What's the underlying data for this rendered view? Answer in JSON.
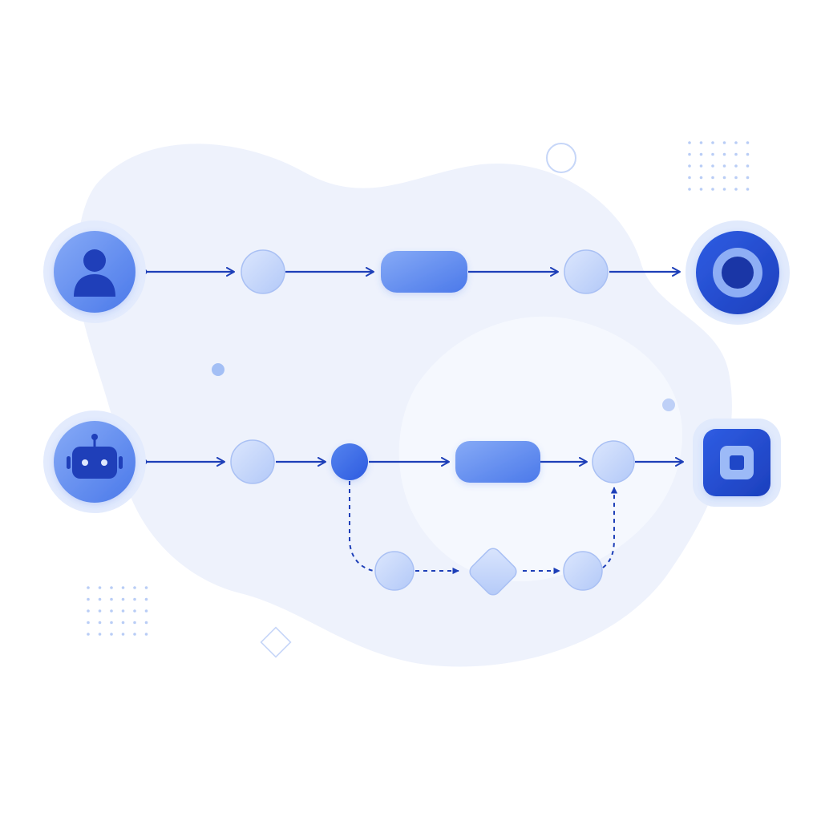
{
  "colors": {
    "background": "#ffffff",
    "blob": "#eef2fc",
    "node_light": "#c9d8fb",
    "node_mid": "#6f9af2",
    "node_strong": "#3466e6",
    "node_dark": "#1f47c7",
    "arrow": "#1d3fb8",
    "accent_dots": "#b9cdf6"
  },
  "diagram": {
    "type": "flow",
    "rows": [
      {
        "id": "top-flow",
        "start_actor_icon": "user-icon",
        "end_icon": "target-icon",
        "steps": [
          "circle",
          "pill",
          "circle"
        ]
      },
      {
        "id": "bottom-flow",
        "start_actor_icon": "robot-icon",
        "end_icon": "stop-square-icon",
        "steps": [
          "circle",
          "circle",
          "pill",
          "circle"
        ],
        "branch": {
          "style": "dashed",
          "steps": [
            "circle",
            "diamond",
            "circle"
          ]
        }
      }
    ]
  }
}
